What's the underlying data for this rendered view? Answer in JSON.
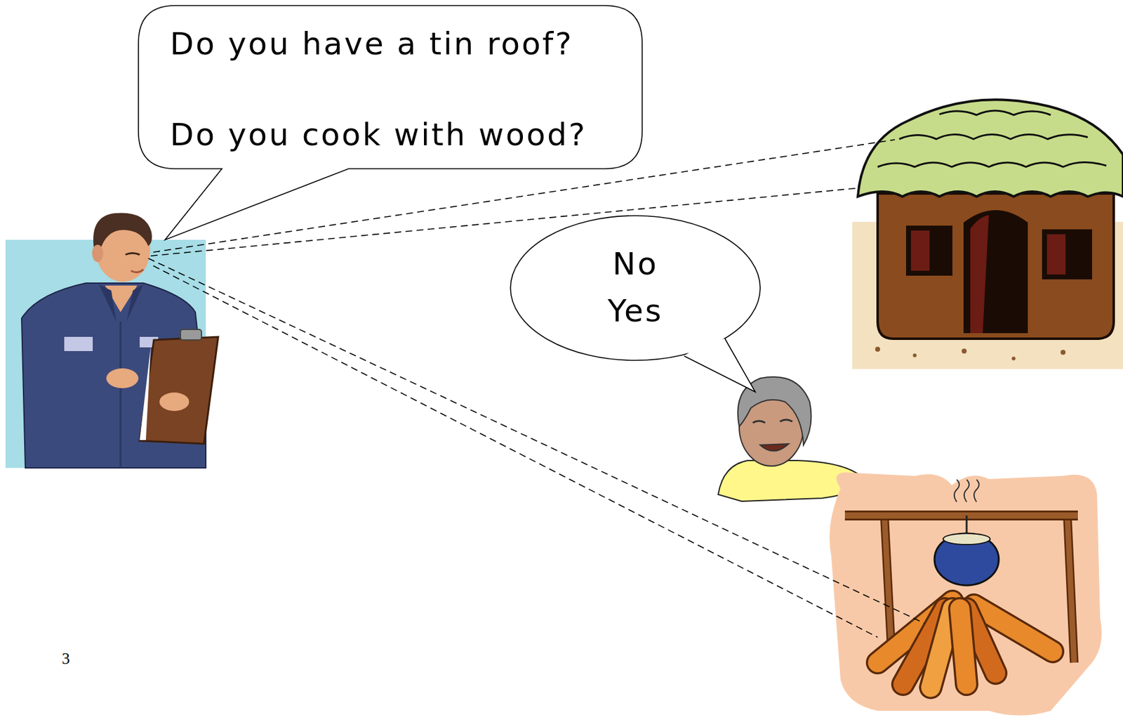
{
  "diagram": {
    "nodes": [
      {
        "text": [
          "Do you have a tin roof?",
          "Do you cook with wood?"
        ]
      },
      {
        "text": [
          "No",
          "Yes"
        ]
      }
    ],
    "labels": [
      "3"
    ]
  }
}
